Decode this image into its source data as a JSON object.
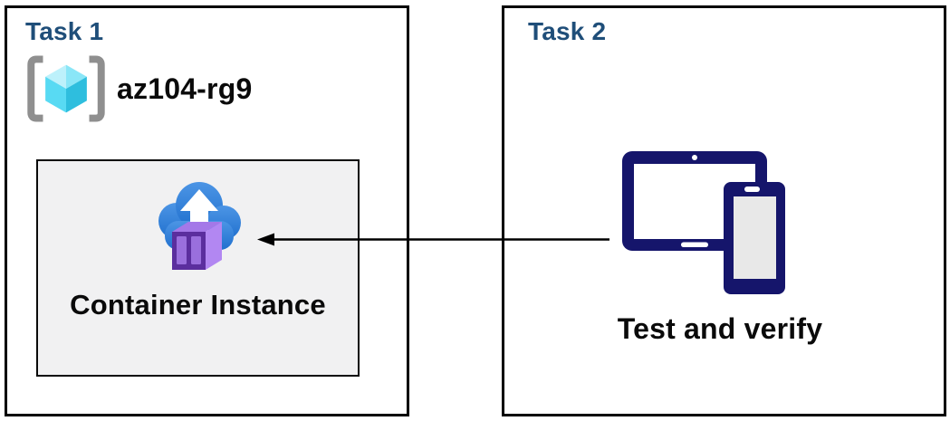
{
  "task1": {
    "title": "Task 1",
    "resource_group": {
      "name": "az104-rg9",
      "icon": "resource-group-icon"
    },
    "container": {
      "label": "Container Instance",
      "icon": "container-instance-icon"
    }
  },
  "task2": {
    "title": "Task 2",
    "label": "Test and verify",
    "icon": "tablet-phone-devices-icon"
  },
  "arrow": {
    "from": "Test and verify",
    "to": "Container Instance",
    "style": "solid",
    "head": "left"
  },
  "colors": {
    "title-blue": "#1F4E79",
    "text-black": "#0A0A0A",
    "panel-border": "#000000",
    "inner-box-fill": "#F1F1F2",
    "inner-box-border": "#0A0A0A",
    "rg-bracket-gray": "#8F8F8F",
    "rg-cube-top-left": "#BDF1FB",
    "rg-cube-top-right": "#8AE6F7",
    "rg-cube-left": "#58DAF3",
    "rg-cube-right": "#2EBEDE",
    "cloud-blue-top": "#4C95E5",
    "cloud-blue-bottom": "#2070CE",
    "container-front": "#5B2E9E",
    "container-panel": "#9A6FDD",
    "container-side": "#B287F2",
    "container-top": "#A478E8",
    "device-navy": "#15156B",
    "device-screen-gray": "#E8E8E8",
    "arrow-black": "#000000"
  }
}
